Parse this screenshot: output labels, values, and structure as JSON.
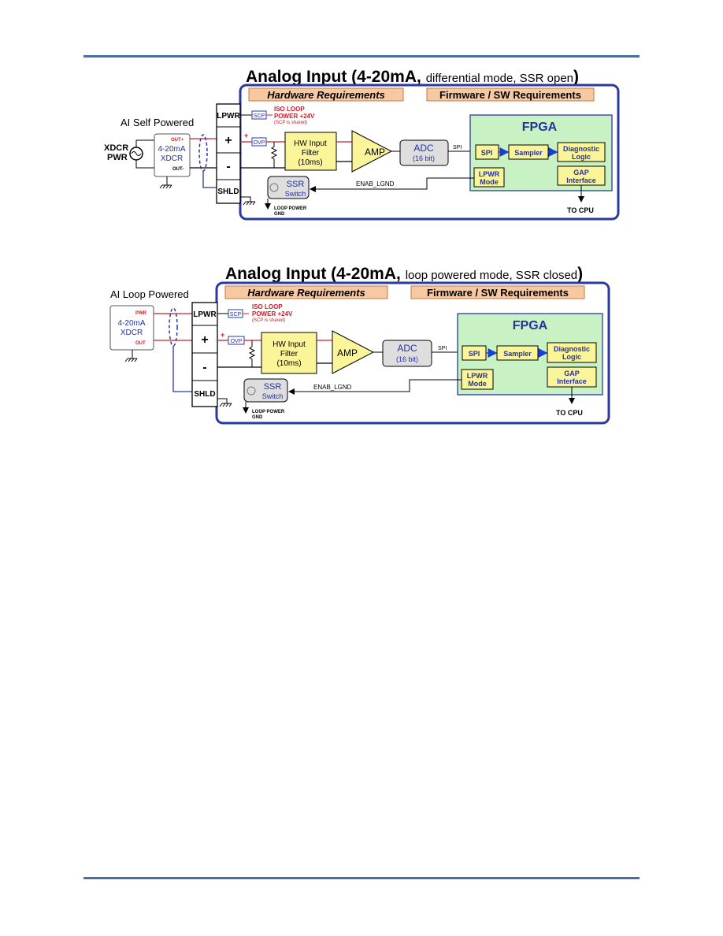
{
  "diagrams": [
    {
      "title_main": "Analog Input (4-20mA,",
      "title_sub": "differential mode, SSR open",
      "title_close": ")",
      "hw_req": "Hardware Requirements",
      "fw_req": "Firmware / SW Requirements",
      "powered_label": "AI Self Powered",
      "source_line1": "XDCR",
      "source_line2": "PWR",
      "xdcr_line1": "4-20mA",
      "xdcr_line2": "XDCR",
      "out_plus": "OUT+",
      "out_minus": "OUT-",
      "term_lpwr": "LPWR",
      "term_plus": "+",
      "term_minus": "-",
      "term_shld": "SHLD",
      "scp": "SCP",
      "iso_loop": "ISO LOOP",
      "power_24v": "POWER +24V",
      "scp_shared": "(SCP is shared)",
      "plus_mark": "+",
      "ovp": "OVP",
      "filter_line1": "HW Input",
      "filter_line2": "Filter",
      "filter_line3": "(10ms)",
      "amp": "AMP",
      "adc": "ADC",
      "adc_bits": "(16 bit)",
      "spi_signal": "SPI",
      "fpga": "FPGA",
      "spi_block": "SPI",
      "sampler": "Sampler",
      "diag_line1": "Diagnostic",
      "diag_line2": "Logic",
      "lpwr_line1": "LPWR",
      "lpwr_line2": "Mode",
      "gap_line1": "GAP",
      "gap_line2": "Interface",
      "to_cpu": "TO CPU",
      "ssr": "SSR",
      "ssr_switch": "Switch",
      "enab": "ENAB_LGND",
      "loop_power": "LOOP POWER",
      "gnd": "GND"
    },
    {
      "title_main": "Analog Input (4-20mA,",
      "title_sub": "loop powered mode, SSR closed",
      "title_close": ")",
      "hw_req": "Hardware Requirements",
      "fw_req": "Firmware / SW Requirements",
      "powered_label": "AI Loop Powered",
      "xdcr_line1": "4-20mA",
      "xdcr_line2": "XDCR",
      "out_plus": "PWR",
      "out_minus": "OUT",
      "term_lpwr": "LPWR",
      "term_plus": "+",
      "term_minus": "-",
      "term_shld": "SHLD",
      "scp": "SCP",
      "iso_loop": "ISO LOOP",
      "power_24v": "POWER +24V",
      "scp_shared": "(SCP is shared)",
      "plus_mark": "+",
      "ovp": "OVP",
      "filter_line1": "HW Input",
      "filter_line2": "Filter",
      "filter_line3": "(10ms)",
      "amp": "AMP",
      "adc": "ADC",
      "adc_bits": "(16 bit)",
      "spi_signal": "SPI",
      "fpga": "FPGA",
      "spi_block": "SPI",
      "sampler": "Sampler",
      "diag_line1": "Diagnostic",
      "diag_line2": "Logic",
      "lpwr_line1": "LPWR",
      "lpwr_line2": "Mode",
      "gap_line1": "GAP",
      "gap_line2": "Interface",
      "to_cpu": "TO CPU",
      "ssr": "SSR",
      "ssr_switch": "Switch",
      "enab": "ENAB_LGND",
      "loop_power": "LOOP POWER",
      "gnd": "GND"
    }
  ],
  "colors": {
    "rule": "#4a6ea0",
    "frame": "#2b3a9e",
    "req_fill": "#f7c9a2",
    "fpga_fill": "#c9f2c4",
    "block_fill": "#fbf59a",
    "adc_fill": "#dedede",
    "red": "#c8202a",
    "blue_text": "#2431a0"
  }
}
